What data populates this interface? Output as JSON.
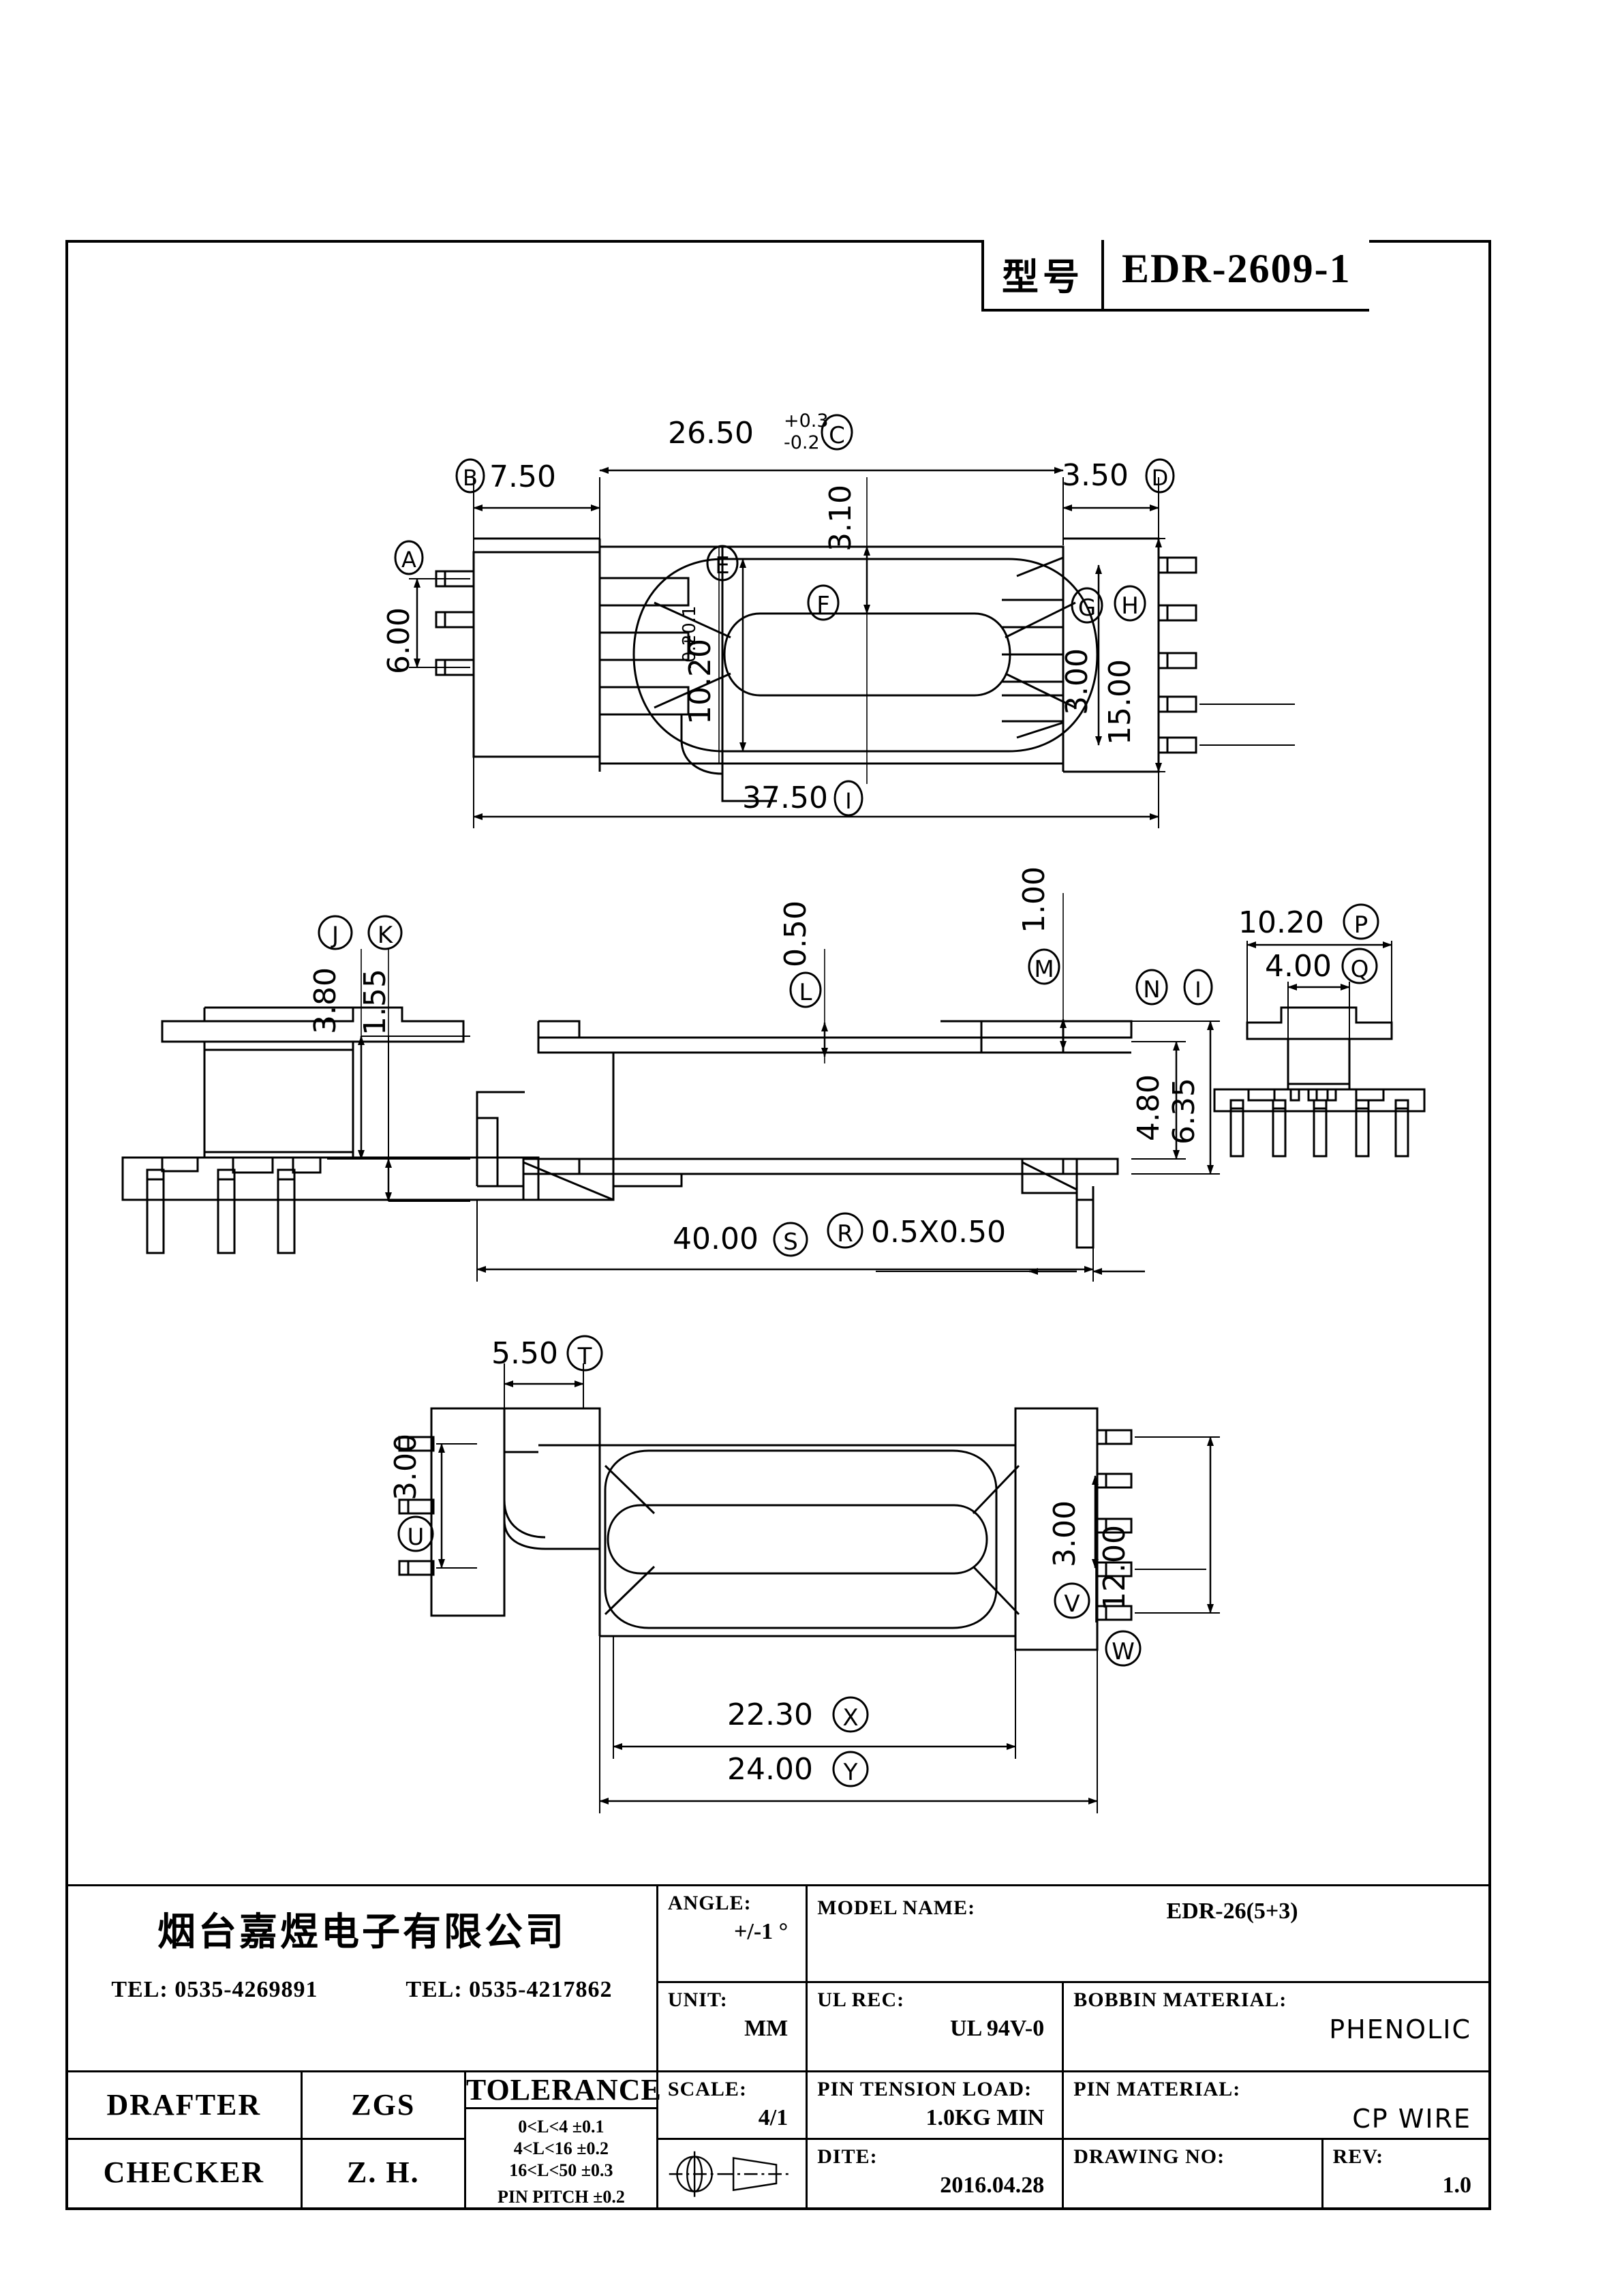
{
  "header": {
    "model_label": "型号",
    "model_value": "EDR-2609-1"
  },
  "views": {
    "top": {
      "name": "top-view",
      "dims": [
        {
          "id": "A",
          "text": "6.00",
          "balloon": "A"
        },
        {
          "id": "B",
          "text": "7.50",
          "balloon": "B"
        },
        {
          "id": "C",
          "text": "26.50",
          "tol_up": "+0.3",
          "tol_dn": "-0.2",
          "balloon": "C"
        },
        {
          "id": "D",
          "text": "3.50",
          "balloon": "D"
        },
        {
          "id": "E",
          "text": "10.20",
          "tol_up": "+0.1",
          "tol_dn": "-0.2",
          "balloon": "E"
        },
        {
          "id": "F",
          "text": "3.10",
          "balloon": "F"
        },
        {
          "id": "G",
          "text": "3.00",
          "balloon": "G"
        },
        {
          "id": "H",
          "text": "15.00",
          "balloon": "H"
        },
        {
          "id": "I",
          "text": "37.50",
          "balloon": "I"
        }
      ]
    },
    "left_side": {
      "name": "left-side-view",
      "dims": [
        {
          "id": "J",
          "text": "3.80",
          "balloon": "J"
        },
        {
          "id": "K",
          "text": "1.55",
          "balloon": "K"
        }
      ]
    },
    "front": {
      "name": "front-view",
      "dims": [
        {
          "id": "L",
          "text": "0.50",
          "balloon": "L"
        },
        {
          "id": "M",
          "text": "1.00",
          "balloon": "M"
        },
        {
          "id": "N",
          "text": "4.80",
          "balloon": "N"
        },
        {
          "id": "I2",
          "text": "6.35",
          "balloon": "I"
        },
        {
          "id": "R",
          "text": "0.5X0.50",
          "balloon": "R"
        },
        {
          "id": "S",
          "text": "40.00",
          "balloon": "S"
        }
      ]
    },
    "right_side": {
      "name": "right-side-view",
      "dims": [
        {
          "id": "P",
          "text": "10.20",
          "balloon": "P"
        },
        {
          "id": "Q",
          "text": "4.00",
          "balloon": "Q"
        }
      ]
    },
    "bottom": {
      "name": "bottom-view",
      "dims": [
        {
          "id": "T",
          "text": "5.50",
          "balloon": "T"
        },
        {
          "id": "U",
          "text": "3.00",
          "balloon": "U"
        },
        {
          "id": "V",
          "text": "3.00",
          "balloon": "V"
        },
        {
          "id": "W",
          "text": "12.00",
          "balloon": "W"
        },
        {
          "id": "X",
          "text": "22.30",
          "balloon": "X"
        },
        {
          "id": "Y",
          "text": "24.00",
          "balloon": "Y"
        }
      ]
    }
  },
  "title_block": {
    "company": "烟台嘉煜电子有限公司",
    "tel1": "TEL: 0535-4269891",
    "tel2": "TEL: 0535-4217862",
    "drafter_label": "DRAFTER",
    "drafter_value": "ZGS",
    "checker_label": "CHECKER",
    "checker_value": "Z. H.",
    "tolerance_title": "TOLERANCE",
    "tolerance_rows": [
      "0<L<4    ±0.1",
      "4<L<16  ±0.2",
      "16<L<50  ±0.3",
      "PIN PITCH  ±0.2"
    ],
    "angle_label": "ANGLE:",
    "angle_value": "+/-1 °",
    "unit_label": "UNIT:",
    "unit_value": "MM",
    "scale_label": "SCALE:",
    "scale_value": "4/1",
    "model_name_label": "MODEL NAME:",
    "model_name_value": "EDR-26(5+3)",
    "ul_rec_label": "UL REC:",
    "ul_rec_value": "UL 94V-0",
    "pin_tension_label": "PIN TENSION LOAD:",
    "pin_tension_value": "1.0KG MIN",
    "bobbin_material_label": "BOBBIN MATERIAL:",
    "bobbin_material_value": "PHENOLIC",
    "pin_material_label": "PIN MATERIAL:",
    "pin_material_value": "CP WIRE",
    "date_label": "DITE:",
    "date_value": "2016.04.28",
    "drawing_no_label": "DRAWING NO:",
    "drawing_no_value": "",
    "rev_label": "REV:",
    "rev_value": "1.0",
    "projection_symbol": "first-angle-projection-icon"
  }
}
